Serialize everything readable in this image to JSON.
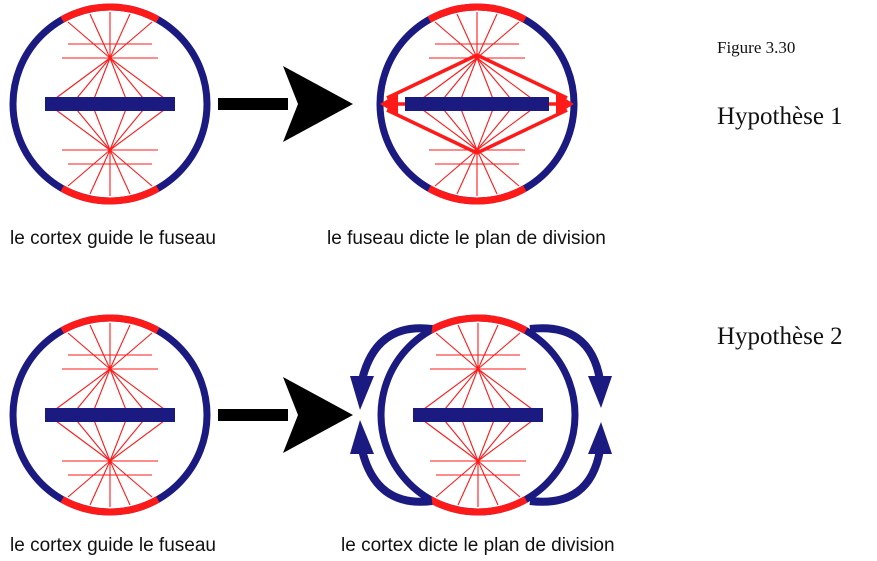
{
  "figure_label": "Figure 3.30",
  "colors": {
    "cortex_blue": "#1a1a80",
    "red": "#ff1a1a",
    "arrow_black": "#000000"
  },
  "hypothesis_1": {
    "title": "Hypothèse 1",
    "left_caption": "le cortex guide le fuseau",
    "right_caption": "le fuseau dicte le plan de division"
  },
  "hypothesis_2": {
    "title": "Hypothèse 2",
    "left_caption": "le cortex guide le fuseau",
    "right_caption": "le cortex dicte le plan de division"
  }
}
